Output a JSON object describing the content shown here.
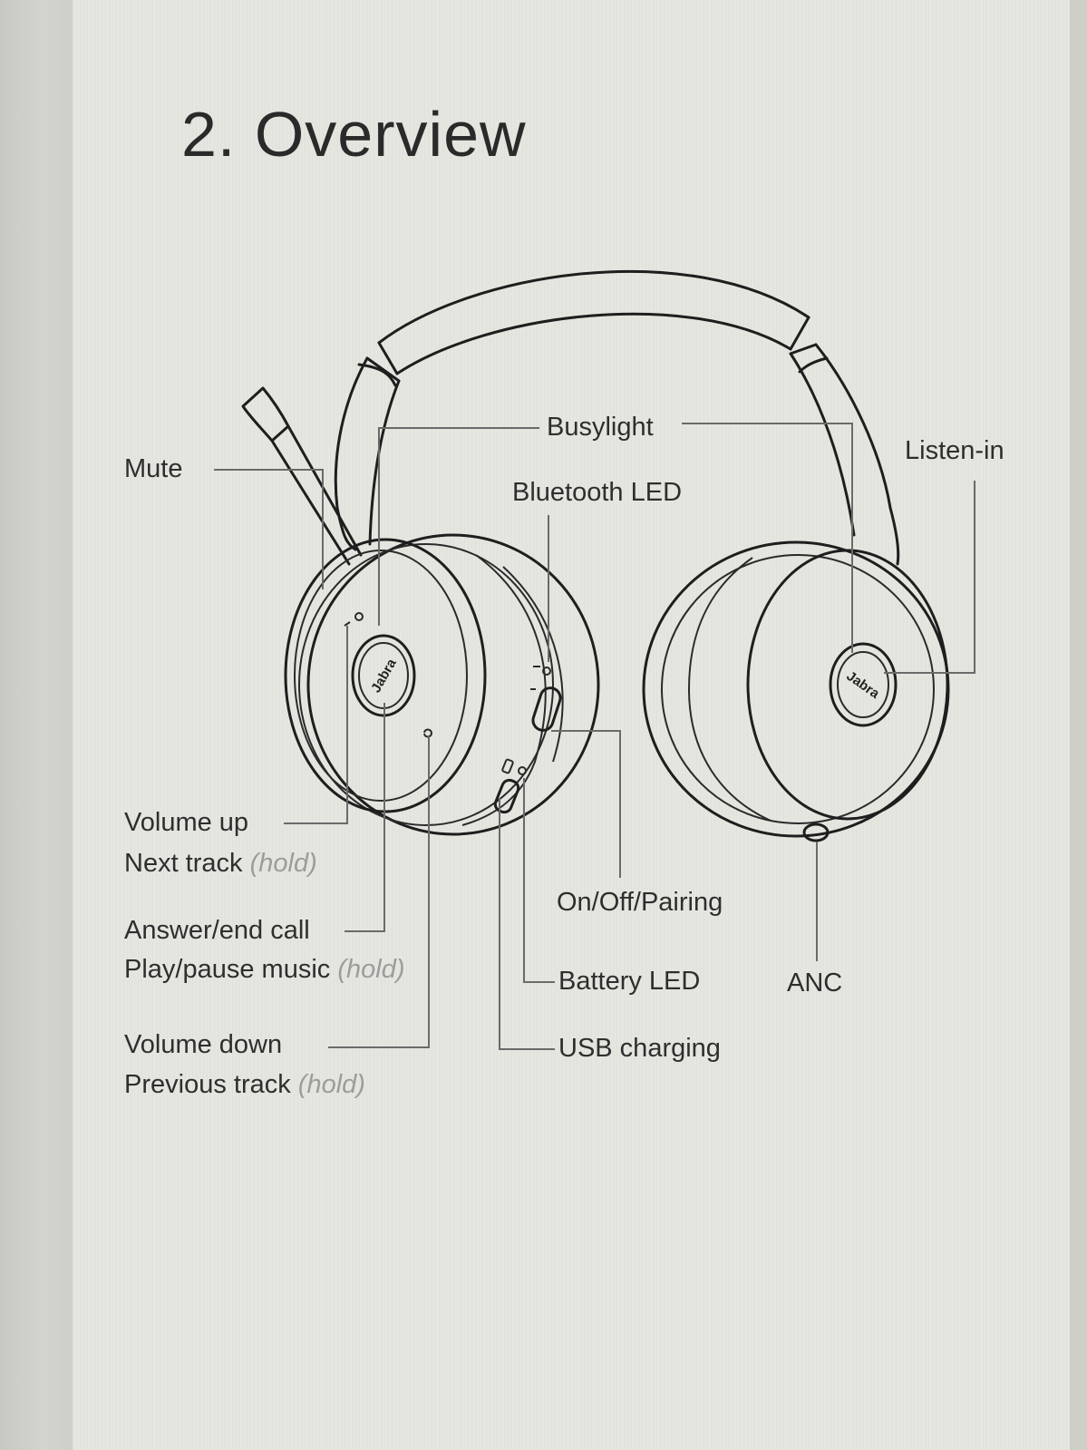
{
  "page_title": "2. Overview",
  "callouts": {
    "mute": "Mute",
    "busylight": "Busylight",
    "bluetooth_led": "Bluetooth LED",
    "listen_in": "Listen-in",
    "volume_up": "Volume up",
    "next_track": "Next track",
    "answer_end_call": "Answer/end call",
    "play_pause_music": "Play/pause music",
    "volume_down": "Volume down",
    "previous_track": "Previous track",
    "hold": "(hold)",
    "on_off_pairing": "On/Off/Pairing",
    "battery_led": "Battery LED",
    "anc": "ANC",
    "usb_charging": "USB charging"
  },
  "brand_logo": "Jabra",
  "colors": {
    "paper": "#e6e6e1",
    "ink": "#1e1e1e",
    "label_text": "#2e2e2e",
    "hold_text": "#9c9c9c",
    "leader_line": "#6a6a6a"
  }
}
